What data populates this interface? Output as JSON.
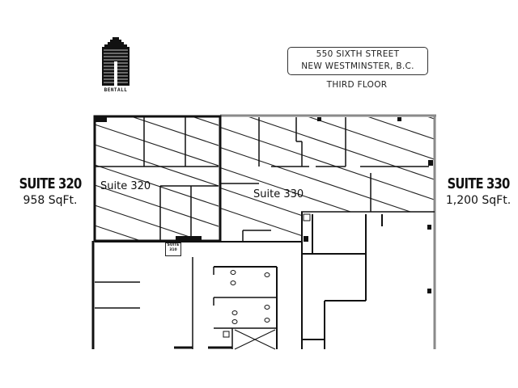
{
  "logo": {
    "icon": "bentall-building-logo",
    "text": "BENTALL"
  },
  "address": {
    "line1": "550 SIXTH STREET",
    "line2": "NEW WESTMINSTER, B.C.",
    "floor": "THIRD FLOOR"
  },
  "callouts": {
    "suite_320": {
      "name": "SUITE 320",
      "area": "958 SqFt."
    },
    "suite_330": {
      "name": "SUITE 330",
      "area": "1,200 SqFt."
    }
  },
  "plan": {
    "rooms": {
      "suite_320": {
        "label": "Suite 320",
        "hatched": true
      },
      "suite_330": {
        "label": "Suite 330",
        "hatched": true
      },
      "suite_310": {
        "tag_line1": "SUITE",
        "tag_line2": "310"
      }
    },
    "colors": {
      "wall": "#111111",
      "hatch": "#222222",
      "background": "#ffffff",
      "exterior_wall": "#9a9a9a"
    }
  }
}
